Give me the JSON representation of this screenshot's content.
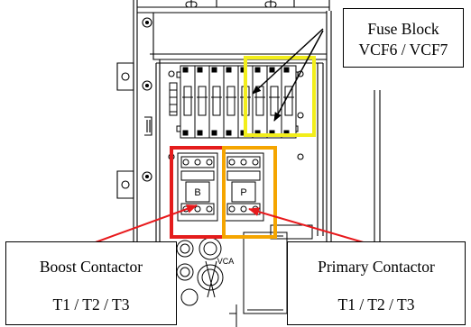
{
  "callouts": {
    "fuse_block": {
      "line1": "Fuse Block",
      "line2": "VCF6 / VCF7"
    },
    "boost_contactor": {
      "line1": "Boost Contactor",
      "line2": "T1 / T2 / T3"
    },
    "primary_contactor": {
      "line1": "Primary Contactor",
      "line2": "T1 / T2 / T3"
    }
  },
  "component_labels": {
    "boost_letter": "B",
    "primary_letter": "P",
    "vca": "VCA"
  },
  "highlight_colors": {
    "fuse_block": "#f2ee1b",
    "boost_contactor": "#e41c1c",
    "primary_contactor": "#f5a500",
    "arrow_red": "#e8191c",
    "arrow_black": "#000000"
  }
}
